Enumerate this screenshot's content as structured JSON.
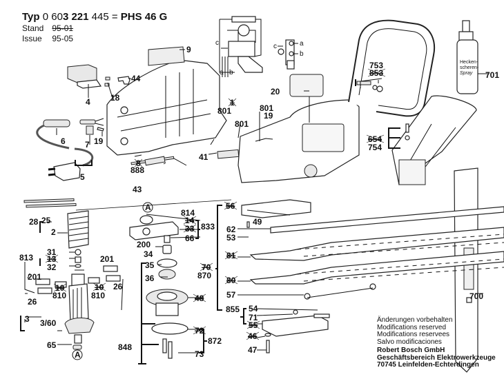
{
  "header": {
    "typ_label": "Typ",
    "typ_number_a": "0 60",
    "typ_number_b": "3 221",
    "typ_number_c": " 445 =",
    "model": "PHS  46 G",
    "stand_label": "Stand",
    "stand_value": "95-01",
    "issue_label": "Issue",
    "issue_value": "95-05"
  },
  "footer": {
    "lines": [
      "Änderungen vorbehalten",
      "Modifications reserved",
      "Modifications reservees",
      "Salvo modificaciones"
    ],
    "company": "Robert Bosch GmbH",
    "division": "Geschäftsbereich Elektrowerkzeuge",
    "address": "70745 Leinfelden-Echterdingen"
  },
  "spray_label": [
    "Hecken-",
    "scheren-",
    "Spray"
  ],
  "wiring": {
    "labels": [
      "a",
      "b",
      "c"
    ]
  },
  "callouts": [
    {
      "id": "9",
      "text": "9"
    },
    {
      "id": "44",
      "text": "44"
    },
    {
      "id": "4",
      "text": "4"
    },
    {
      "id": "18",
      "text": "18"
    },
    {
      "id": "6",
      "text": "6"
    },
    {
      "id": "7",
      "text": "7"
    },
    {
      "id": "19a",
      "text": "19"
    },
    {
      "id": "5",
      "text": "5"
    },
    {
      "id": "8",
      "text": "8"
    },
    {
      "id": "888",
      "text": "888"
    },
    {
      "id": "43",
      "text": "43"
    },
    {
      "id": "41",
      "text": "41"
    },
    {
      "id": "801a",
      "text": "801"
    },
    {
      "id": "1a",
      "text": "1"
    },
    {
      "id": "801b",
      "text": "801"
    },
    {
      "id": "801c",
      "text": "801"
    },
    {
      "id": "19b",
      "text": "19"
    },
    {
      "id": "20",
      "text": "20"
    },
    {
      "id": "753",
      "text": "753"
    },
    {
      "id": "853",
      "text": "853"
    },
    {
      "id": "701",
      "text": "701"
    },
    {
      "id": "654",
      "text": "654"
    },
    {
      "id": "754",
      "text": "754"
    },
    {
      "id": "28",
      "text": "28"
    },
    {
      "id": "25",
      "text": "25"
    },
    {
      "id": "2",
      "text": "2"
    },
    {
      "id": "813",
      "text": "813"
    },
    {
      "id": "31",
      "text": "31"
    },
    {
      "id": "13",
      "text": "13"
    },
    {
      "id": "32",
      "text": "32"
    },
    {
      "id": "201a",
      "text": "201"
    },
    {
      "id": "201b",
      "text": "201"
    },
    {
      "id": "26a",
      "text": "26"
    },
    {
      "id": "26b",
      "text": "26"
    },
    {
      "id": "10a",
      "text": "10"
    },
    {
      "id": "810a",
      "text": "810"
    },
    {
      "id": "10b",
      "text": "10"
    },
    {
      "id": "810b",
      "text": "810"
    },
    {
      "id": "3",
      "text": "3"
    },
    {
      "id": "3-60",
      "text": "3/60"
    },
    {
      "id": "65",
      "text": "65"
    },
    {
      "id": "A1",
      "text": "A"
    },
    {
      "id": "A2",
      "text": "A"
    },
    {
      "id": "814",
      "text": "814"
    },
    {
      "id": "14",
      "text": "14"
    },
    {
      "id": "33",
      "text": "33"
    },
    {
      "id": "833",
      "text": "833"
    },
    {
      "id": "66",
      "text": "66"
    },
    {
      "id": "200",
      "text": "200"
    },
    {
      "id": "34",
      "text": "34"
    },
    {
      "id": "35",
      "text": "35"
    },
    {
      "id": "36",
      "text": "36"
    },
    {
      "id": "48",
      "text": "48"
    },
    {
      "id": "848",
      "text": "848"
    },
    {
      "id": "72",
      "text": "72"
    },
    {
      "id": "872",
      "text": "872"
    },
    {
      "id": "73",
      "text": "73"
    },
    {
      "id": "56",
      "text": "56"
    },
    {
      "id": "49",
      "text": "49"
    },
    {
      "id": "62",
      "text": "62"
    },
    {
      "id": "53",
      "text": "53"
    },
    {
      "id": "70",
      "text": "70"
    },
    {
      "id": "870",
      "text": "870"
    },
    {
      "id": "81",
      "text": "81"
    },
    {
      "id": "80",
      "text": "80"
    },
    {
      "id": "57",
      "text": "57"
    },
    {
      "id": "855",
      "text": "855"
    },
    {
      "id": "54",
      "text": "54"
    },
    {
      "id": "71",
      "text": "71"
    },
    {
      "id": "55",
      "text": "55"
    },
    {
      "id": "46",
      "text": "46"
    },
    {
      "id": "47",
      "text": "47"
    },
    {
      "id": "700",
      "text": "700"
    }
  ]
}
